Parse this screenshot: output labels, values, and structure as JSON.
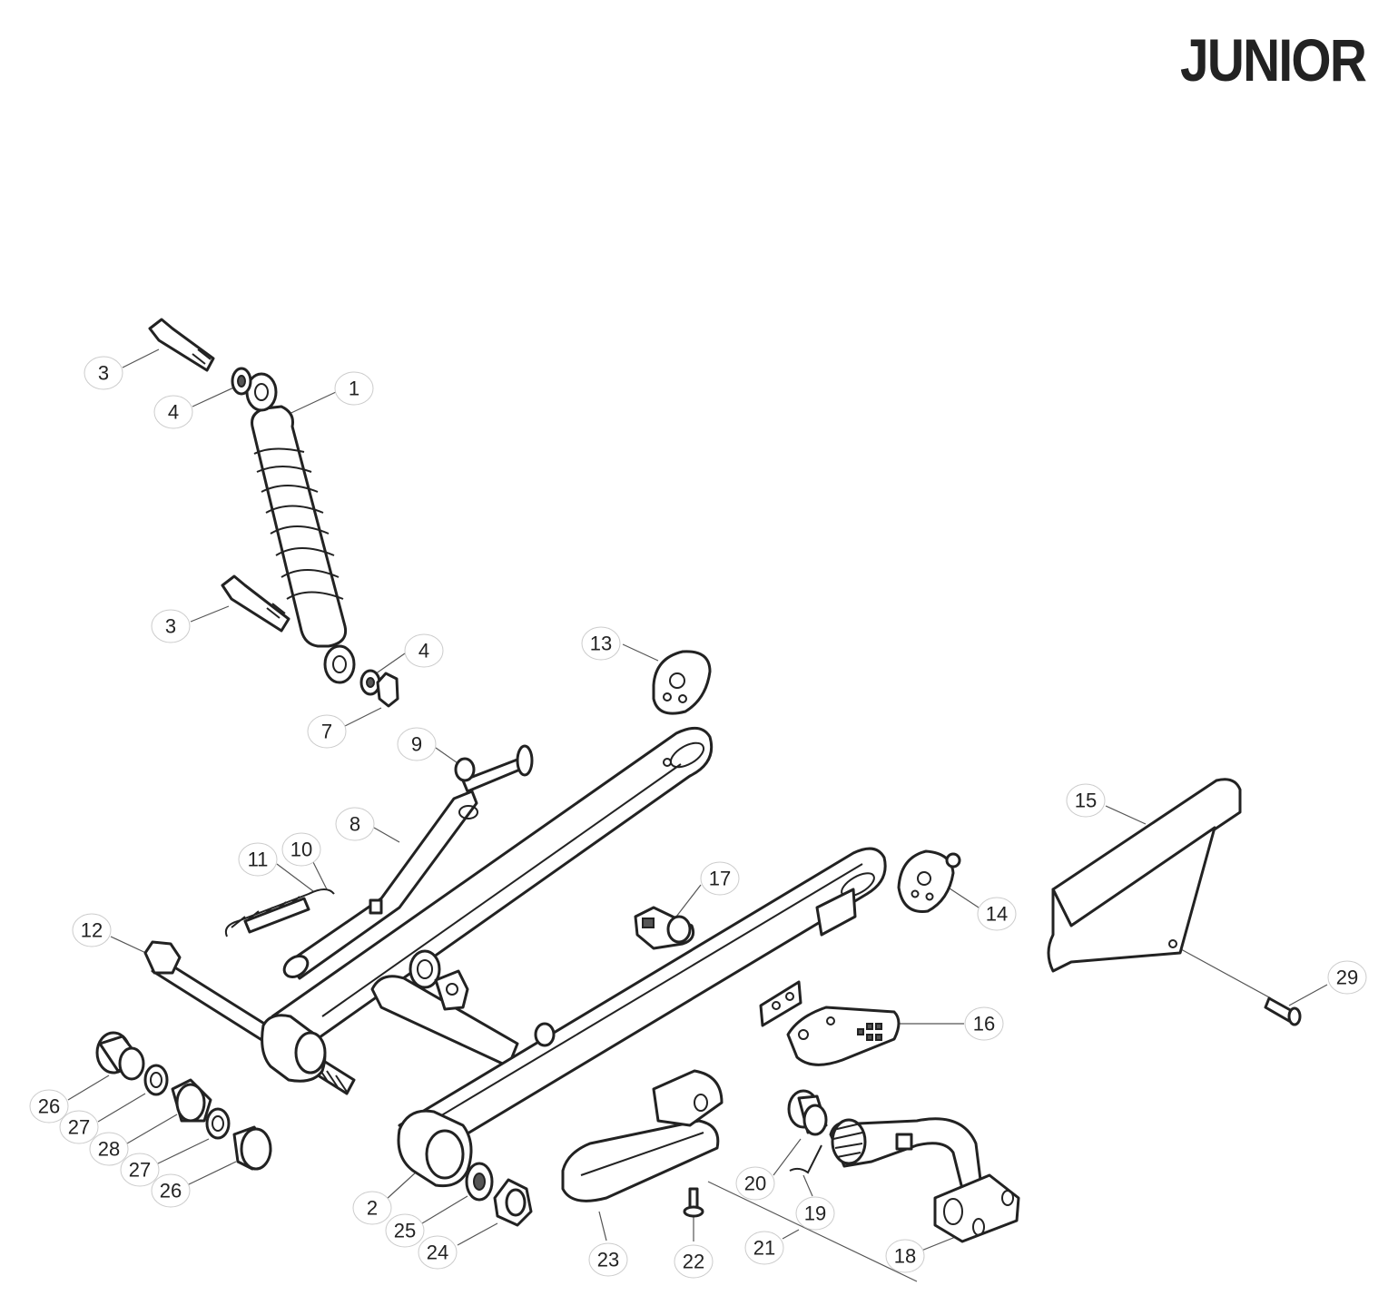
{
  "brand": "JUNIOR",
  "callouts": [
    {
      "id": "c-3a",
      "label": "3"
    },
    {
      "id": "c-4a",
      "label": "4"
    },
    {
      "id": "c-1",
      "label": "1"
    },
    {
      "id": "c-3b",
      "label": "3"
    },
    {
      "id": "c-4b",
      "label": "4"
    },
    {
      "id": "c-7",
      "label": "7"
    },
    {
      "id": "c-13",
      "label": "13"
    },
    {
      "id": "c-9",
      "label": "9"
    },
    {
      "id": "c-8",
      "label": "8"
    },
    {
      "id": "c-11",
      "label": "11"
    },
    {
      "id": "c-10",
      "label": "10"
    },
    {
      "id": "c-12",
      "label": "12"
    },
    {
      "id": "c-17",
      "label": "17"
    },
    {
      "id": "c-14",
      "label": "14"
    },
    {
      "id": "c-15",
      "label": "15"
    },
    {
      "id": "c-29",
      "label": "29"
    },
    {
      "id": "c-16",
      "label": "16"
    },
    {
      "id": "c-26a",
      "label": "26"
    },
    {
      "id": "c-27a",
      "label": "27"
    },
    {
      "id": "c-28",
      "label": "28"
    },
    {
      "id": "c-27b",
      "label": "27"
    },
    {
      "id": "c-26b",
      "label": "26"
    },
    {
      "id": "c-2",
      "label": "2"
    },
    {
      "id": "c-25",
      "label": "25"
    },
    {
      "id": "c-24",
      "label": "24"
    },
    {
      "id": "c-23",
      "label": "23"
    },
    {
      "id": "c-22",
      "label": "22"
    },
    {
      "id": "c-21",
      "label": "21"
    },
    {
      "id": "c-20",
      "label": "20"
    },
    {
      "id": "c-19",
      "label": "19"
    },
    {
      "id": "c-18",
      "label": "18"
    }
  ]
}
